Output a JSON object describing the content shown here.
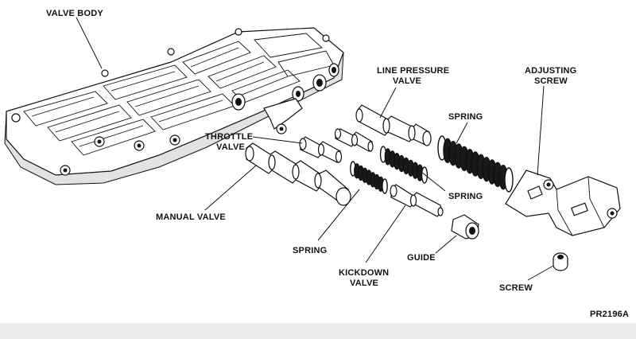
{
  "labels": {
    "valve_body": "VALVE BODY",
    "line_pressure_1": "LINE PRESSURE",
    "line_pressure_2": "VALVE",
    "adjusting_1": "ADJUSTING",
    "adjusting_2": "SCREW",
    "spring_top": "SPRING",
    "throttle_1": "THROTTLE",
    "throttle_2": "VALVE",
    "spring_right": "SPRING",
    "manual_valve": "MANUAL VALVE",
    "spring_bottom": "SPRING",
    "kickdown_1": "KICKDOWN",
    "kickdown_2": "VALVE",
    "guide": "GUIDE",
    "screw": "SCREW",
    "figure_code": "PR2196A"
  }
}
